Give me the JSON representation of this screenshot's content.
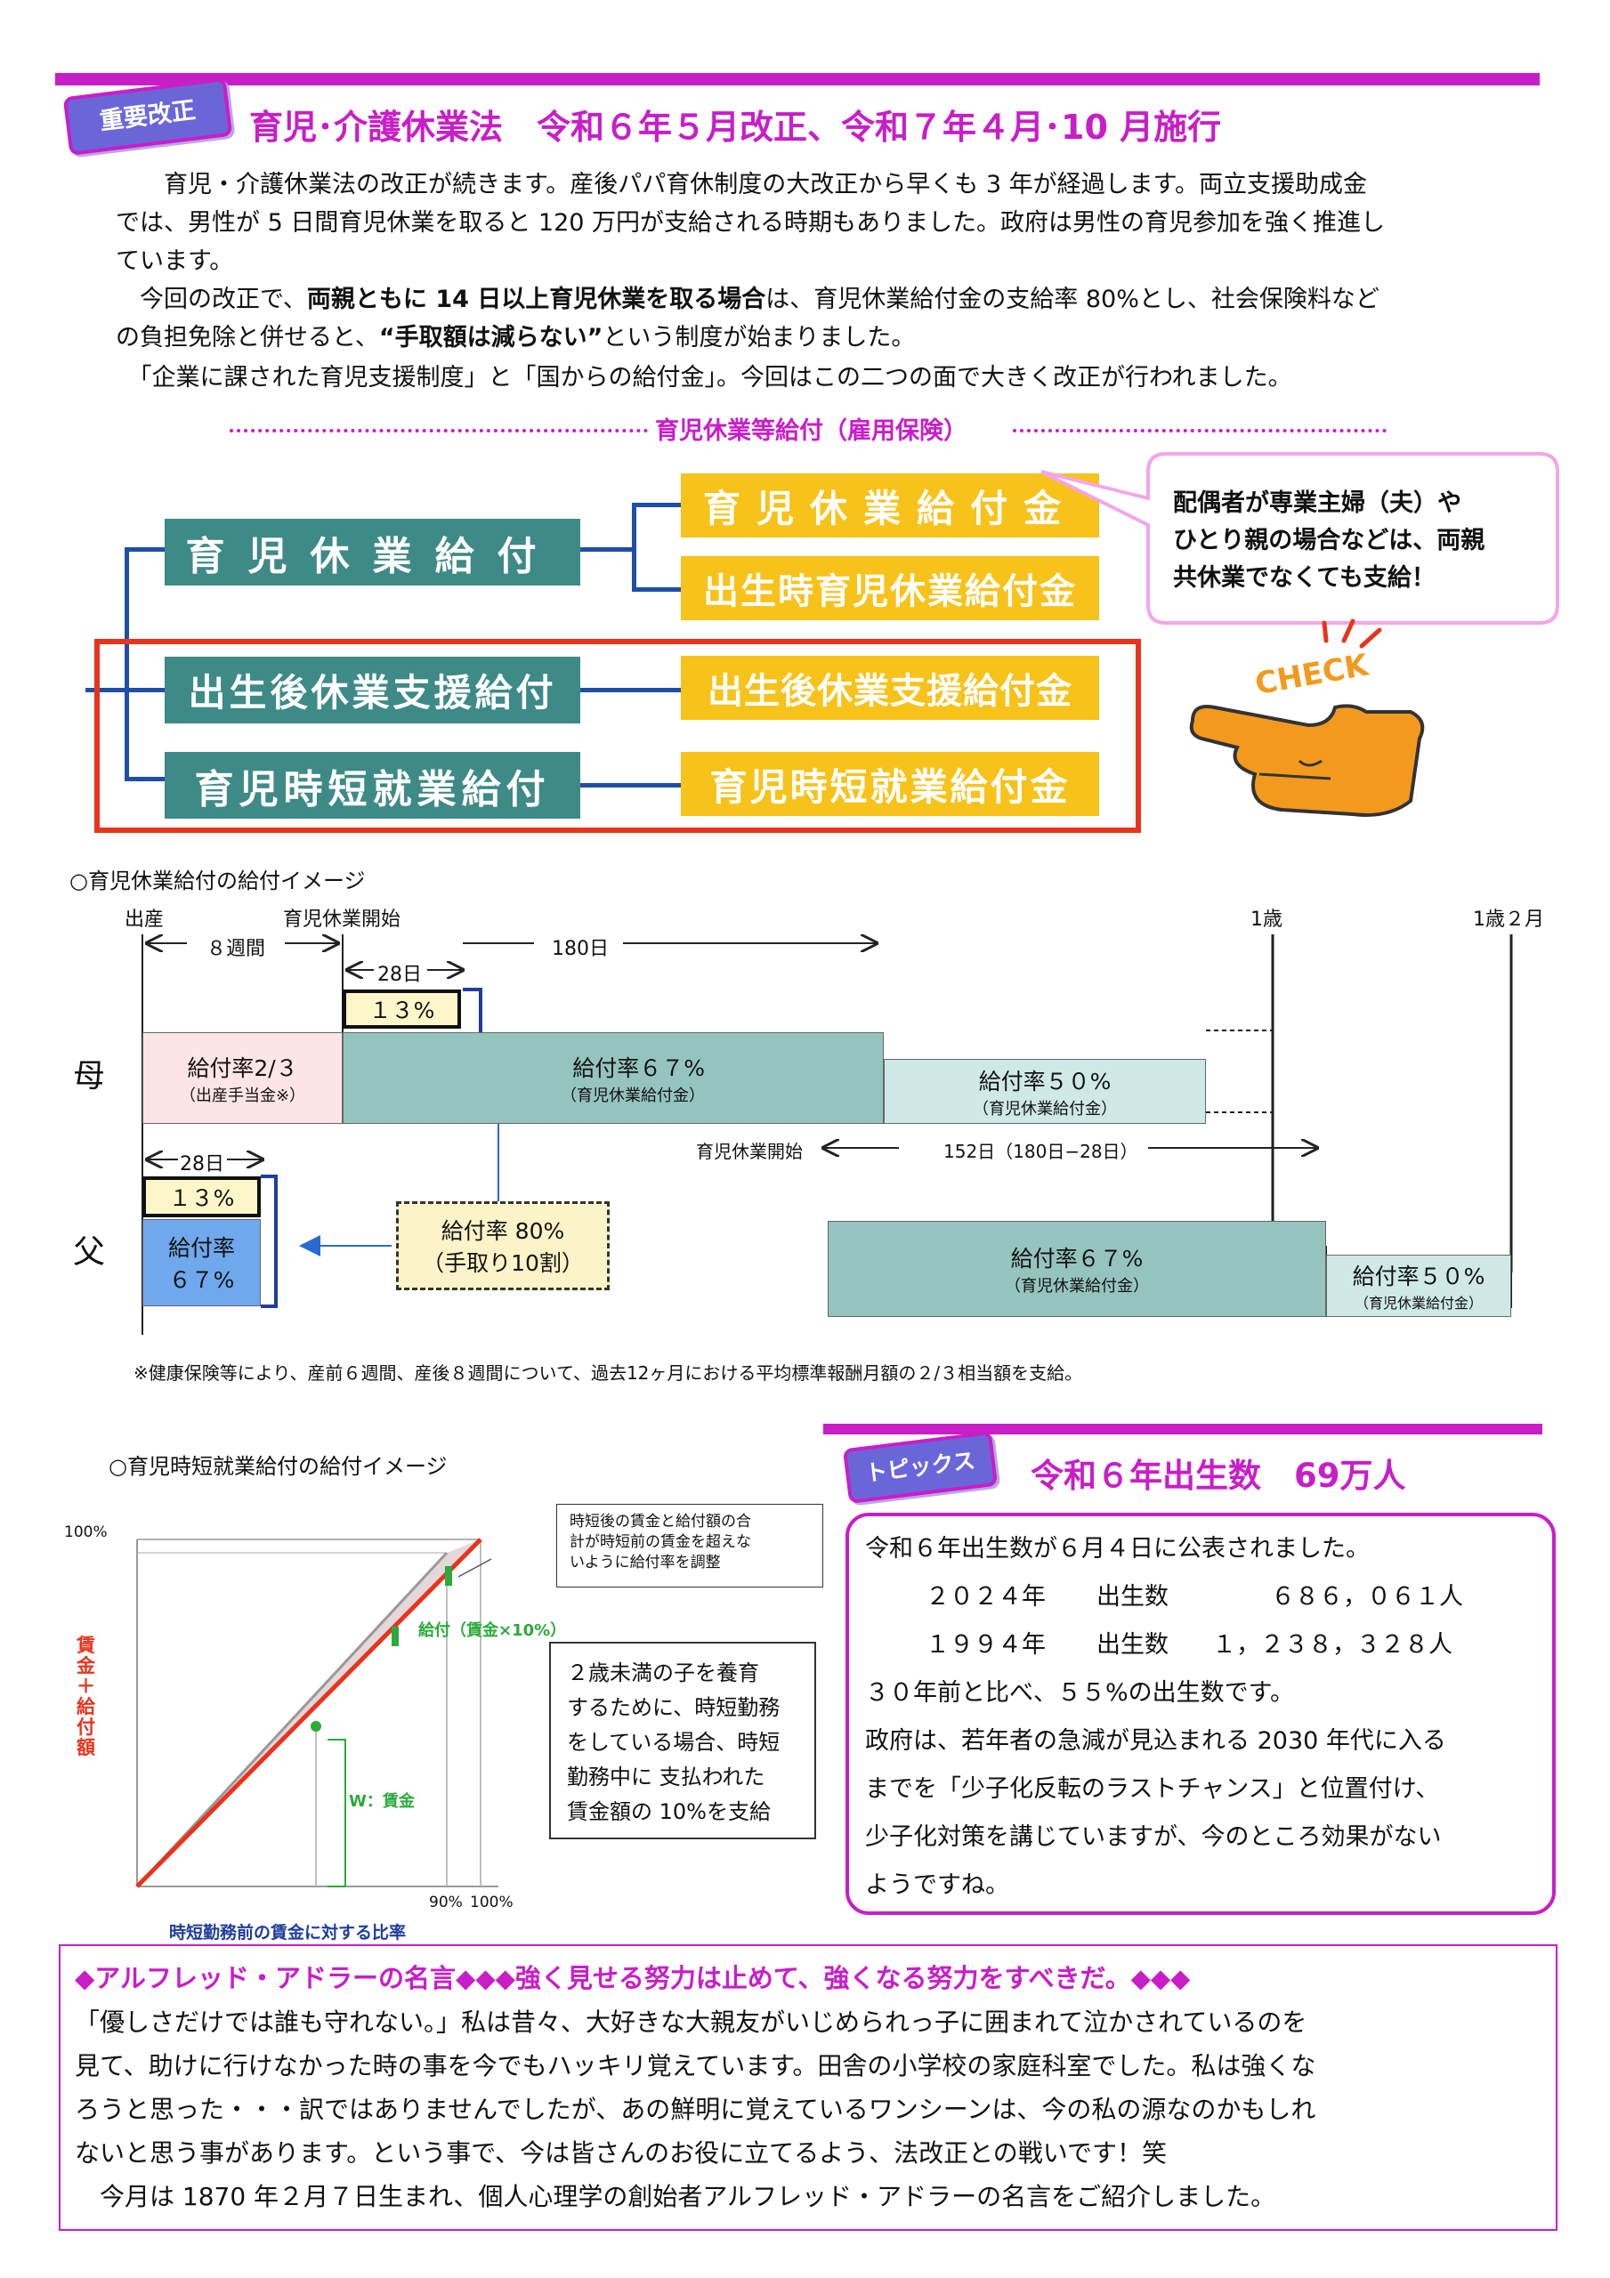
{
  "header": {
    "badge": "重要改正",
    "title": "育児･介護休業法　令和６年５月改正、令和７年４月･10 月施行"
  },
  "intro": {
    "p1_lines": [
      "　　育児・介護休業法の改正が続きます。産後パパ育休制度の大改正から早くも 3 年が経過します。両立支援助成金",
      "では、男性が 5 日間育児休業を取ると 120 万円が支給される時期もありました。政府は男性の育児参加を強く推進し",
      "ています。"
    ],
    "p2_pre": "　今回の改正で、",
    "p2_bold": "両親ともに 14 日以上育児休業を取る場合",
    "p2_post": "は、育児休業給付金の支給率 80%とし、社会保険料など",
    "p2_line2_pre": "の負担免除と併せると、",
    "p2_line2_bold": "“手取額は減らない”",
    "p2_line2_post": "という制度が始まりました。",
    "p3": "　「企業に課された育児支援制度」と「国からの給付金」。今回はこの二つの面で大きく改正が行われました。"
  },
  "benefits": {
    "heading": "育児休業等給付（雇用保険）",
    "categories": [
      "育児休業給付",
      "出生後休業支援給付",
      "育児時短就業給付"
    ],
    "items": [
      "育児休業給付金",
      "出生時育児休業給付金",
      "出生後休業支援給付金",
      "育児時短就業給付金"
    ],
    "bubble_lines": [
      "配偶者が専業主婦（夫）や",
      "ひとり親の場合などは、両親",
      "共休業でなくても支給！"
    ],
    "check_label": "CHECK"
  },
  "childcare_chart": {
    "title": "○育児休業給付の給付イメージ",
    "marks": {
      "birth": "出産",
      "leave_start": "育児休業開始",
      "age1": "1歳",
      "age1_2m": "1歳２月"
    },
    "spans": {
      "eight_weeks": "８週間",
      "d28": "28日",
      "d180": "180日",
      "d152": "152日（180日−28日）",
      "leave_start_father": "育児休業開始"
    },
    "mother_label": "母",
    "father_label": "父",
    "mother_segments": [
      {
        "main": "給付率2/３",
        "sub": "（出産手当金※）"
      },
      {
        "main": "給付率６７%",
        "sub": "（育児休業給付金）"
      },
      {
        "main": "給付率５０%",
        "sub": "（育児休業給付金）"
      }
    ],
    "mother_top": "１３%",
    "father_top": "１３%",
    "father_left_lines": [
      "給付率",
      "６７%"
    ],
    "father_segments": [
      {
        "main": "給付率６７%",
        "sub": "（育児休業給付金）"
      },
      {
        "main": "給付率５０%",
        "sub": "（育児休業給付金）"
      }
    ],
    "note_box_lines": [
      "給付率 80%",
      "（手取り10割）"
    ],
    "footnote": "※健康保険等により、産前６週間、産後８週間について、過去12ヶ月における平均標準報酬月額の２/３相当額を支給。"
  },
  "shortwork_chart": {
    "title": "○育児時短就業給付の給付イメージ",
    "y_top_label": "100%",
    "y_axis_label": "賃金＋給付額",
    "x_axis_label": "時短勤務前の賃金に対する比率",
    "x_ticks": [
      "90%",
      "100%"
    ],
    "label_kyufu": "給付（賃金×10%）",
    "label_w": "W：賃金",
    "callout_lines": [
      "時短後の賃金と給付額の合",
      "計が時短前の賃金を超えな",
      "いように給付率を調整"
    ],
    "note_lines": [
      "２歳未満の子を養育",
      "するために、時短勤務",
      "をしている場合、時短",
      "勤務中に 支払われた",
      "賃金額の 10%を支給"
    ]
  },
  "topics": {
    "badge": "トピックス",
    "title": "令和６年出生数　69万人",
    "line1": "令和６年出生数が６月４日に公表されました。",
    "row1": {
      "year": "２０２４年",
      "label": "出生数",
      "value": "６８６，０６１人"
    },
    "row2": {
      "year": "１９９４年",
      "label": "出生数",
      "value": "１，２３８，３２８人"
    },
    "line4": "３０年前と比べ、５５%の出生数です。",
    "body_lines": [
      "政府は、若年者の急減が見込まれる 2030 年代に入る",
      "までを「少子化反転のラストチャンス」と位置付け、",
      "少子化対策を講じていますが、今のところ効果がない",
      "ようですね。"
    ]
  },
  "quote": {
    "title": "◆アルフレッド・アドラーの名言◆◆◆強く見せる努力は止めて、強くなる努力をすべきだ。◆◆◆",
    "lines": [
      "「優しさだけでは誰も守れない。」私は昔々、大好きな大親友がいじめられっ子に囲まれて泣かされているのを",
      "見て、助けに行けなかった時の事を今でもハッキリ覚えています。田舎の小学校の家庭科室でした。私は強くな",
      "ろうと思った・・・訳ではありませんでしたが、あの鮮明に覚えているワンシーンは、今の私の源なのかもしれ",
      "ないと思う事があります。という事で、今は皆さんのお役に立てるよう、法改正との戦いです！笑",
      "　今月は 1870 年２月７日生まれ、個人心理学の創始者アルフレッド・アドラーの名言をご紹介しました。"
    ]
  }
}
